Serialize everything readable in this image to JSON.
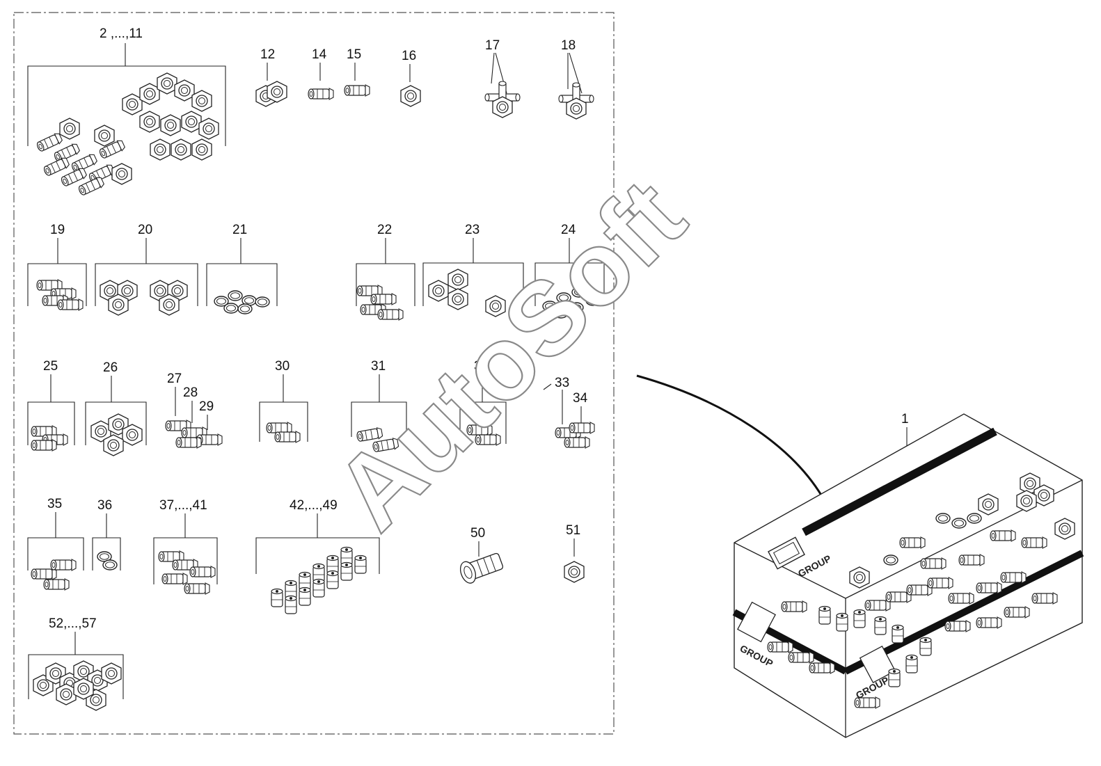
{
  "watermark": "AutoSoft",
  "box_label": "GROUP",
  "labels": {
    "l1": "1",
    "l2_11": "2 ,...,11",
    "l12": "12",
    "l14": "14",
    "l15": "15",
    "l16": "16",
    "l17": "17",
    "l18": "18",
    "l19": "19",
    "l20": "20",
    "l21": "21",
    "l22": "22",
    "l23": "23",
    "l24": "24",
    "l25": "25",
    "l26": "26",
    "l27": "27",
    "l28": "28",
    "l29": "29",
    "l30": "30",
    "l31": "31",
    "l32": "32",
    "l33": "33",
    "l34": "34",
    "l35": "35",
    "l36": "36",
    "l37_41": "37,...,41",
    "l42_49": "42,...,49",
    "l50": "50",
    "l51": "51",
    "l52_57": "52,...,57"
  }
}
